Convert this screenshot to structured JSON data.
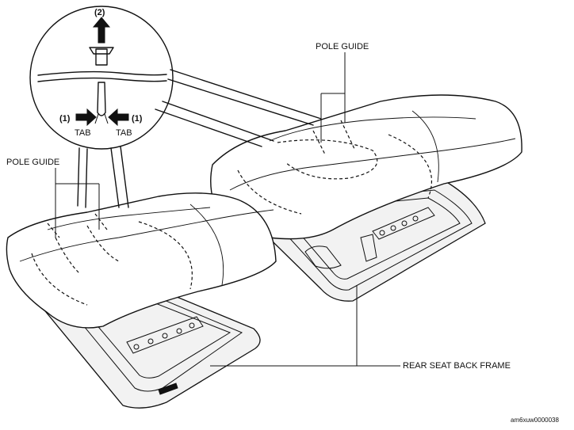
{
  "labels": {
    "step_pull": "(2)",
    "step_squeeze_left": "(1)",
    "step_squeeze_right": "(1)",
    "tab_left": "TAB",
    "tab_right": "TAB",
    "pole_guide_left": "POLE GUIDE",
    "pole_guide_right": "POLE GUIDE",
    "rear_seat_back_frame": "REAR SEAT BACK FRAME",
    "figure_code": "am6xuw0000038"
  }
}
